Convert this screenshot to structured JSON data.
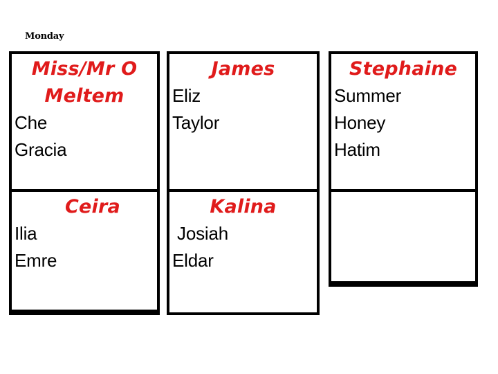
{
  "day": {
    "label": "Monday"
  },
  "colors": {
    "teacher_red": "#e01b1b",
    "pupil_black": "#000000",
    "border_black": "#000000",
    "background": "#ffffff"
  },
  "columns": [
    {
      "id": "column-1",
      "cells": [
        {
          "teacher": "Miss/Mr O\nMeltem",
          "pupils": [
            "Che",
            "Gracia"
          ]
        },
        {
          "teacher": "Ceira",
          "pupils": [
            "Ilia",
            "Emre"
          ]
        }
      ]
    },
    {
      "id": "column-2",
      "cells": [
        {
          "teacher": "James",
          "pupils": [
            "Eliz",
            "Taylor"
          ]
        },
        {
          "teacher": "Kalina",
          "pupils": [
            " Josiah",
            "Eldar"
          ]
        }
      ]
    },
    {
      "id": "column-3",
      "cells": [
        {
          "teacher": "Stephaine",
          "pupils": [
            "Summer",
            "Honey",
            "Hatim"
          ]
        },
        {
          "teacher": "",
          "pupils": []
        }
      ]
    }
  ]
}
